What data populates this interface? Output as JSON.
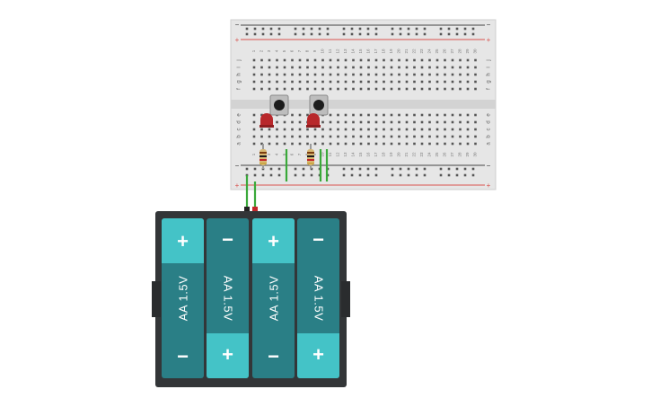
{
  "breadboard": {
    "rail_plus": "+",
    "rail_minus": "−",
    "row_letters_top": [
      "j",
      "i",
      "h",
      "g",
      "f"
    ],
    "row_letters_bottom": [
      "e",
      "d",
      "c",
      "b",
      "a"
    ],
    "column_numbers": [
      "1",
      "2",
      "3",
      "4",
      "5",
      "6",
      "7",
      "8",
      "9",
      "10",
      "11",
      "12",
      "13",
      "14",
      "15",
      "16",
      "17",
      "18",
      "19",
      "20",
      "21",
      "22",
      "23",
      "24",
      "25",
      "26",
      "27",
      "28",
      "29",
      "30"
    ],
    "colors": {
      "board": "#e3e3e3",
      "hole": "#555555",
      "rail_red": "#d9534f",
      "rail_black": "#444444",
      "wire": "#3aa93a"
    }
  },
  "components": {
    "buttons": [
      "pushbutton-1",
      "pushbutton-2"
    ],
    "leds": [
      "red-led-1",
      "red-led-2"
    ],
    "resistors": [
      "resistor-1",
      "resistor-2"
    ],
    "led_color": "#b8282b"
  },
  "battery_pack": {
    "cells": [
      {
        "label": "AA 1.5V",
        "top_symbol": "+",
        "bottom_symbol": "−",
        "orientation": "down"
      },
      {
        "label": "AA 1.5V",
        "top_symbol": "−",
        "bottom_symbol": "+",
        "orientation": "up"
      },
      {
        "label": "AA 1.5V",
        "top_symbol": "+",
        "bottom_symbol": "−",
        "orientation": "down"
      },
      {
        "label": "AA 1.5V",
        "top_symbol": "−",
        "bottom_symbol": "+",
        "orientation": "up"
      }
    ],
    "colors": {
      "case": "#333638",
      "cell": "#2a7f86",
      "cap": "#44c3c7"
    }
  }
}
